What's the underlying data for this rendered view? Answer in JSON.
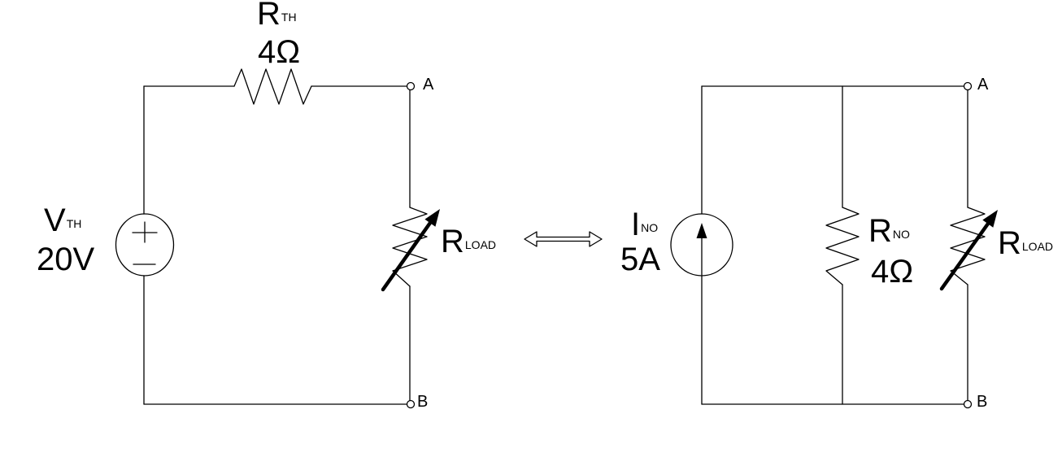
{
  "colors": {
    "line": "#000000",
    "background": "#ffffff"
  },
  "thevenin": {
    "source": {
      "name": "V",
      "sub": "TH",
      "value": "20V",
      "plus": "+",
      "minus": "−"
    },
    "resistor": {
      "name": "R",
      "sub": "TH",
      "value": "4Ω"
    },
    "load": {
      "name": "R",
      "sub": "LOAD"
    },
    "terminal_a": "A",
    "terminal_b": "B"
  },
  "norton": {
    "source": {
      "name": "I",
      "sub": "NO",
      "value": "5A"
    },
    "resistor": {
      "name": "R",
      "sub": "NO",
      "value": "4Ω"
    },
    "load": {
      "name": "R",
      "sub": "LOAD"
    },
    "terminal_a": "A",
    "terminal_b": "B"
  },
  "icons": {
    "voltage_source": "voltage-source-circle",
    "plus": "plus-sign",
    "minus": "minus-sign",
    "current_source": "current-source-circle",
    "current_arrow": "up-arrow",
    "load_arrow": "diagonal-variable-arrow",
    "equivalence": "double-headed-arrow",
    "terminal": "open-circle-terminal"
  }
}
